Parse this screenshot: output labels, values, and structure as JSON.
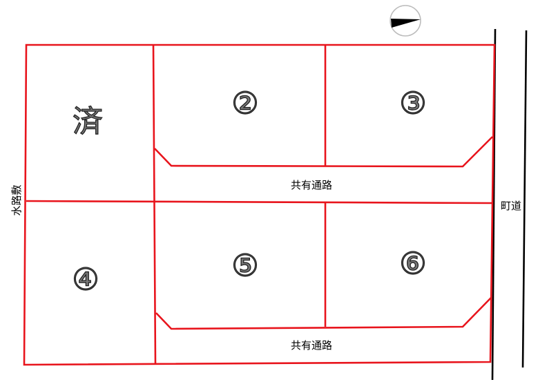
{
  "plan": {
    "lots": [
      {
        "id": "sold",
        "label": "済"
      },
      {
        "id": "lot-2",
        "label": "②"
      },
      {
        "id": "lot-3",
        "label": "③"
      },
      {
        "id": "lot-4",
        "label": "④"
      },
      {
        "id": "lot-5",
        "label": "⑤"
      },
      {
        "id": "lot-6",
        "label": "⑥"
      }
    ],
    "shared_path_upper": "共有通路",
    "shared_path_lower": "共有通路",
    "town_road": "町道",
    "waterway": "水路敷",
    "compass": "north-arrow-icon"
  },
  "colors": {
    "boundary": "#e8141c",
    "road": "#000000",
    "lot_fill": "#777777"
  }
}
